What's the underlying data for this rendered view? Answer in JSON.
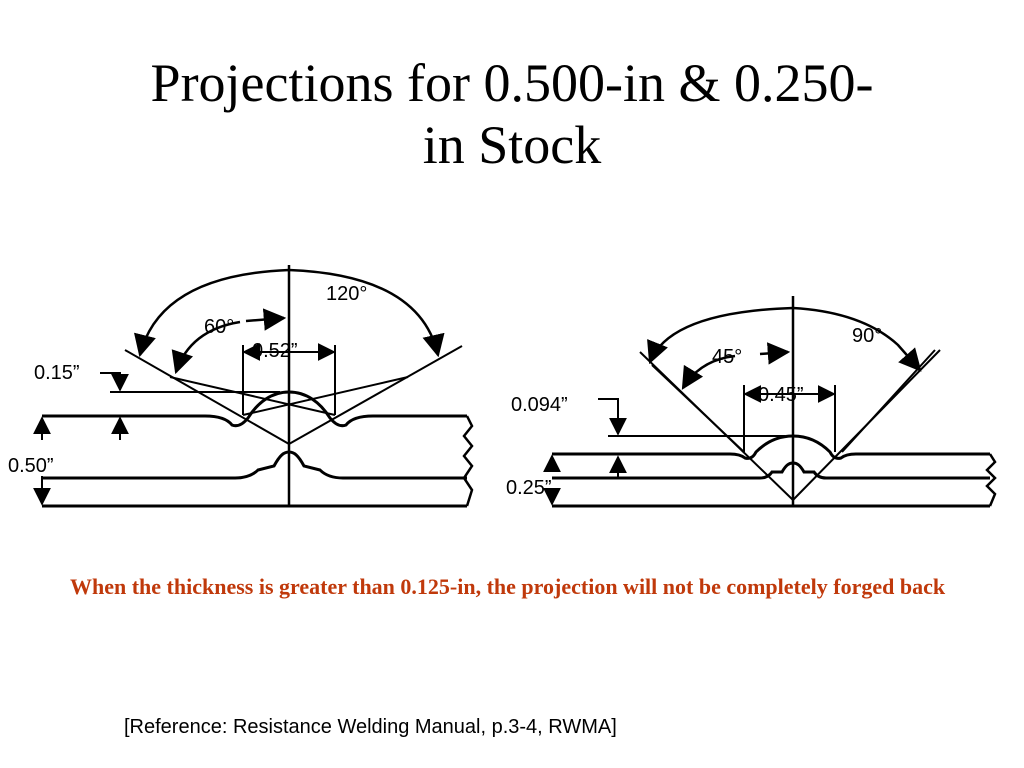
{
  "title": {
    "line1": "Projections for 0.500-in & 0.250-",
    "line2": "in Stock"
  },
  "left_diagram": {
    "angle_outer": "120°",
    "angle_inner": "60°",
    "width": "0.52”",
    "height": "0.15”",
    "thickness": "0.50”"
  },
  "right_diagram": {
    "angle_outer": "90°",
    "angle_inner": "45°",
    "width": "0.45”",
    "height": "0.094”",
    "thickness": "0.25”"
  },
  "note": "When the thickness is greater than 0.125-in, the projection will not be completely forged back",
  "reference": "[Reference:  Resistance Welding Manual, p.3-4, RWMA]",
  "colors": {
    "note": "#c0390b",
    "line": "#000000"
  }
}
